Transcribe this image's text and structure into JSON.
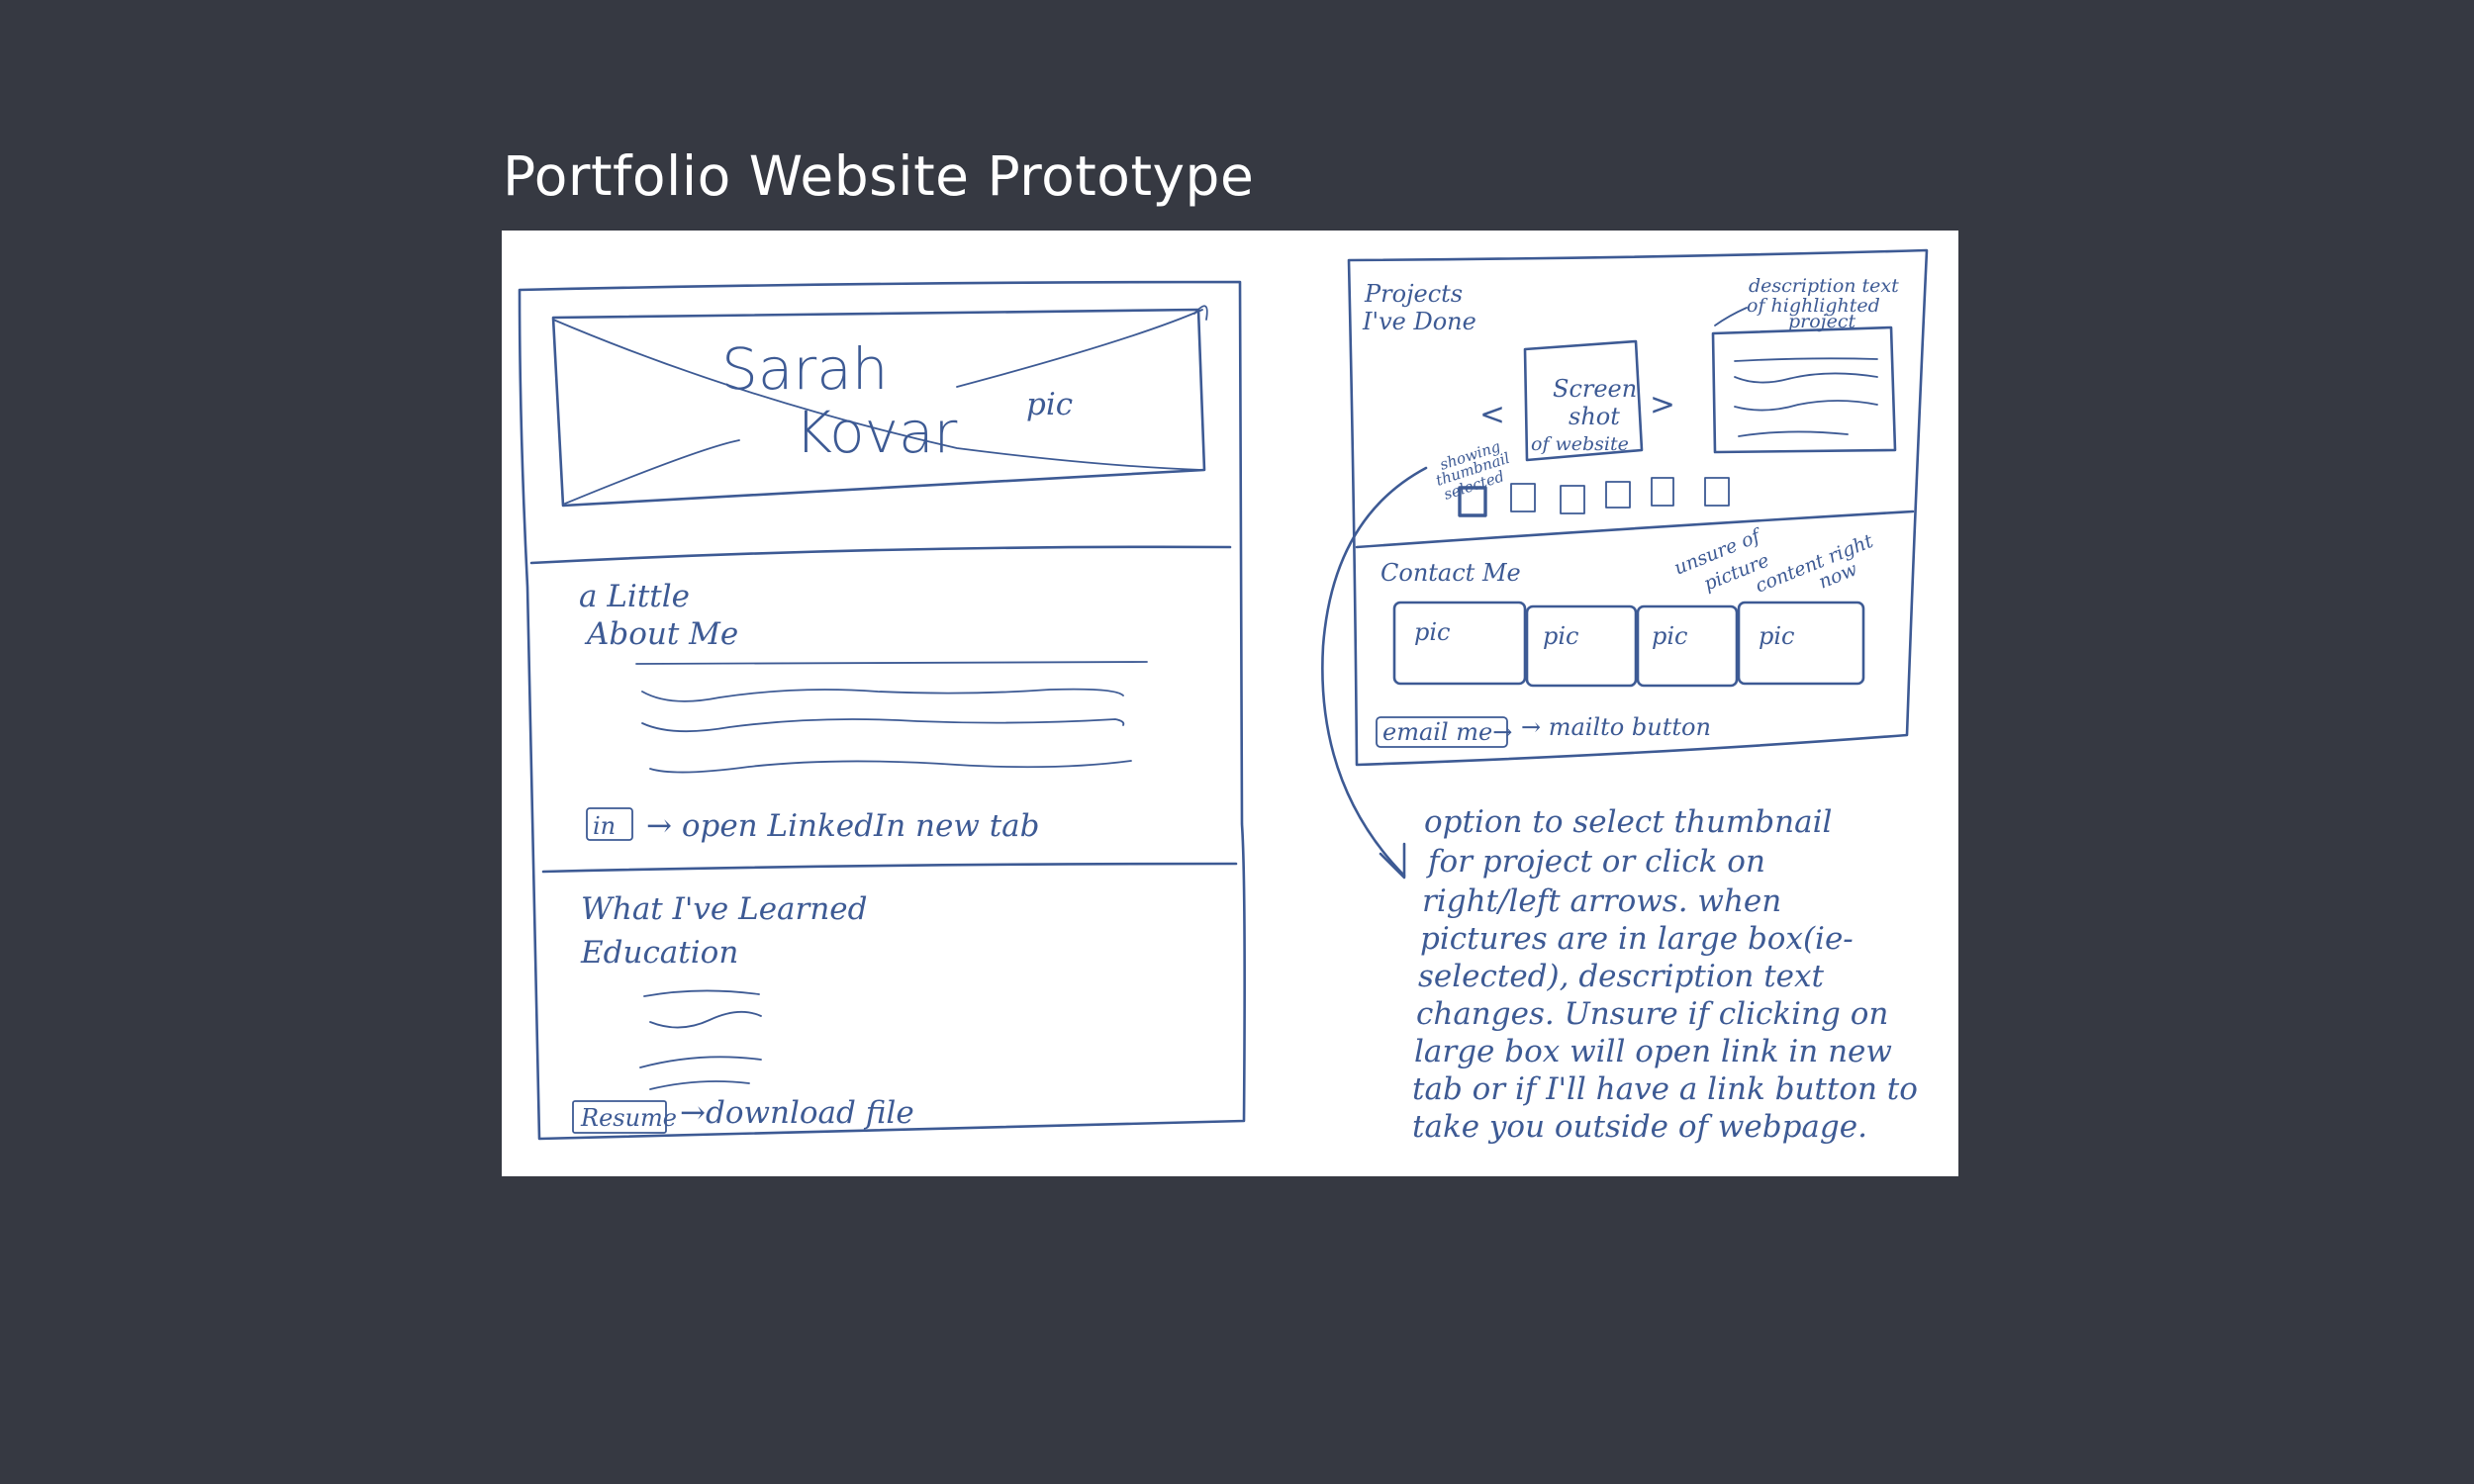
{
  "slide": {
    "title": "Portfolio Website Prototype"
  },
  "sketch": {
    "left_page": {
      "hero_name_line1": "Sarah",
      "hero_name_line2": "Kovar",
      "hero_pic_label": "pic",
      "about_heading_line1": "a Little",
      "about_heading_line2": "About Me",
      "linkedin_icon_label": "in",
      "linkedin_note": "→ open LinkedIn new tab",
      "learned_heading": "What I've Learned",
      "education_heading": "Education",
      "resume_button_label": "Resume",
      "resume_note": "→download file"
    },
    "right_page": {
      "projects_heading_line1": "Projects",
      "projects_heading_line2": "I've Done",
      "description_note_line1": "description text",
      "description_note_line2": "of highlighted",
      "description_note_line3": "project",
      "screenshot_line1": "Screen",
      "screenshot_line2": "shot",
      "screenshot_line3": "of website",
      "arrow_left": "<",
      "arrow_right": ">",
      "selected_note_line1": "showing",
      "selected_note_line2": "thumbnail",
      "selected_note_line3": "selected",
      "contact_heading": "Contact Me",
      "unsure_note_line1": "unsure of",
      "unsure_note_line2": "picture",
      "unsure_note_line3": "content right",
      "unsure_note_line4": "now",
      "contact_pics": [
        "pic",
        "pic",
        "pic",
        "pic"
      ],
      "email_button_label": "email me→",
      "email_note": "→ mailto button",
      "notes": [
        "option to select thumbnail",
        "for project or click on",
        "right/left arrows. when",
        "pictures are in large box(ie-",
        "selected), description text",
        "changes. Unsure if clicking on",
        "large box will open link in new",
        "tab or if I'll have a link button to",
        "take you outside of webpage."
      ]
    }
  }
}
